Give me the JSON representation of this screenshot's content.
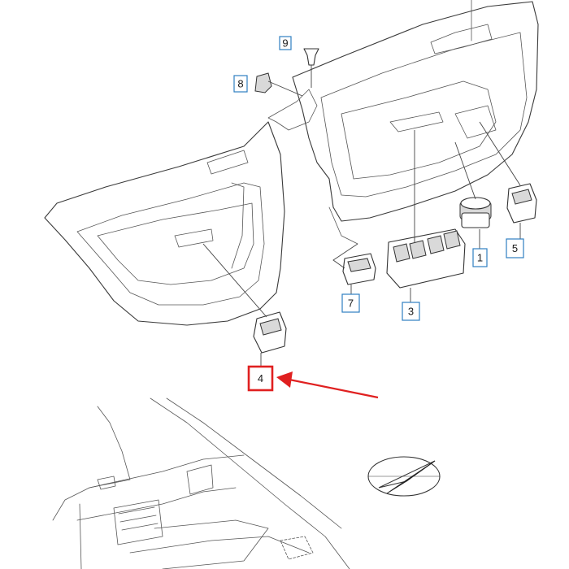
{
  "callouts": [
    {
      "id": "1",
      "label": "1"
    },
    {
      "id": "3",
      "label": "3"
    },
    {
      "id": "4",
      "label": "4",
      "highlighted": true
    },
    {
      "id": "5",
      "label": "5"
    },
    {
      "id": "7",
      "label": "7"
    },
    {
      "id": "8",
      "label": "8"
    },
    {
      "id": "9",
      "label": "9"
    }
  ],
  "colors": {
    "callout_border": "#2f7fc1",
    "highlight": "#e02020",
    "line": "#3a3a3a"
  },
  "icons": [
    "compass-orientation-icon",
    "red-pointer-arrow"
  ]
}
